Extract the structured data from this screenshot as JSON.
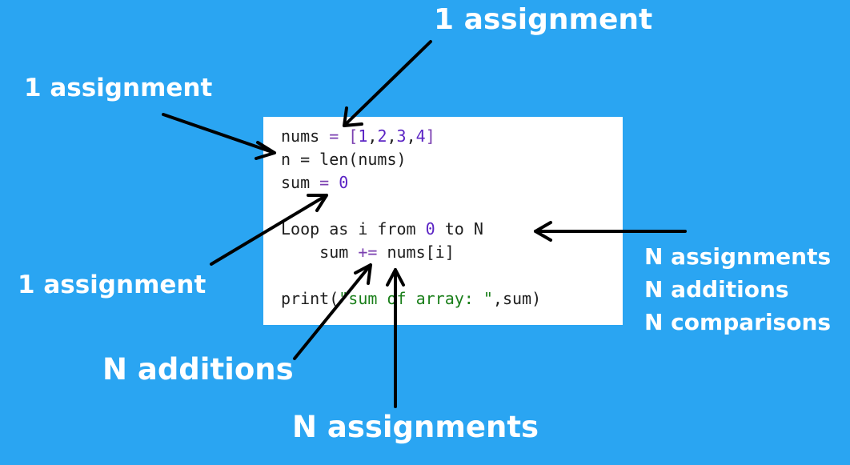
{
  "labels": {
    "top": "1 assignment",
    "top_left": "1 assignment",
    "mid_left": "1 assignment",
    "bottom_left": "N additions",
    "bottom": "N assignments",
    "right": [
      "N assignments",
      "N additions",
      "N comparisons"
    ]
  },
  "code": {
    "line1": {
      "a": "nums ",
      "b": "=",
      "c": " [",
      "d1": "1",
      "d2": "2",
      "d3": "3",
      "d4": "4",
      "e": "]"
    },
    "line2": {
      "a": "n = len(nums)"
    },
    "line3": {
      "a": "sum ",
      "b": "=",
      "c": " ",
      "d": "0"
    },
    "line5": {
      "a": "Loop as i from ",
      "b": "0",
      "c": " to N"
    },
    "line6": {
      "a": "    sum ",
      "b": "+=",
      "c": " nums[i]"
    },
    "line8": {
      "a": "print(",
      "b": "\"sum of array: \"",
      "c": ",sum)"
    }
  },
  "colors": {
    "background": "#2aa5f2",
    "code_background": "#ffffff",
    "number": "#5b24c4",
    "string": "#1a7f1a",
    "arrow": "#000000"
  }
}
